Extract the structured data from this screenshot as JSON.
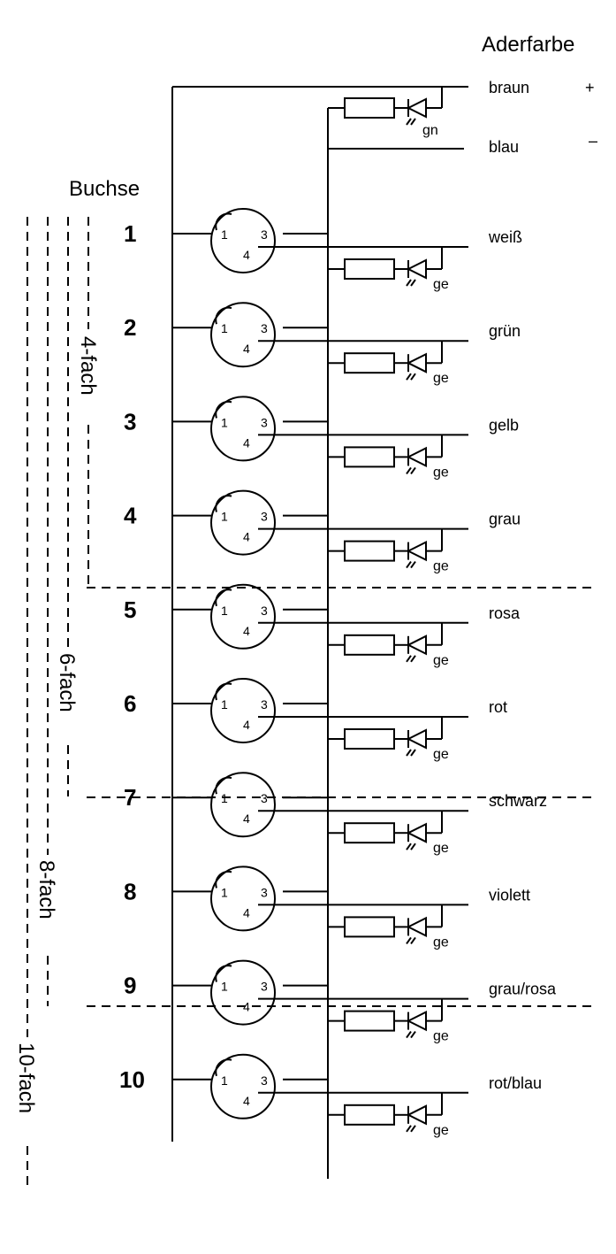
{
  "header": {
    "wire_color_title": "Aderfarbe",
    "socket_title": "Buchse"
  },
  "supply": [
    {
      "color": "braun",
      "sign": "+",
      "led": "gn"
    },
    {
      "color": "blau",
      "sign": "–"
    }
  ],
  "sockets": [
    {
      "number": "1",
      "wire": "weiß",
      "led": "ge"
    },
    {
      "number": "2",
      "wire": "grün",
      "led": "ge"
    },
    {
      "number": "3",
      "wire": "gelb",
      "led": "ge"
    },
    {
      "number": "4",
      "wire": "grau",
      "led": "ge"
    },
    {
      "number": "5",
      "wire": "rosa",
      "led": "ge"
    },
    {
      "number": "6",
      "wire": "rot",
      "led": "ge"
    },
    {
      "number": "7",
      "wire": "schwarz",
      "led": "ge"
    },
    {
      "number": "8",
      "wire": "violett",
      "led": "ge"
    },
    {
      "number": "9",
      "wire": "grau/rosa",
      "led": "ge"
    },
    {
      "number": "10",
      "wire": "rot/blau",
      "led": "ge"
    }
  ],
  "pins": {
    "a": "1",
    "b": "3",
    "c": "4"
  },
  "variants": [
    "4-fach",
    "6-fach",
    "8-fach",
    "10-fach"
  ],
  "icons": {
    "socket": "m8-socket-icon",
    "resistor": "resistor-icon",
    "led": "led-icon"
  }
}
